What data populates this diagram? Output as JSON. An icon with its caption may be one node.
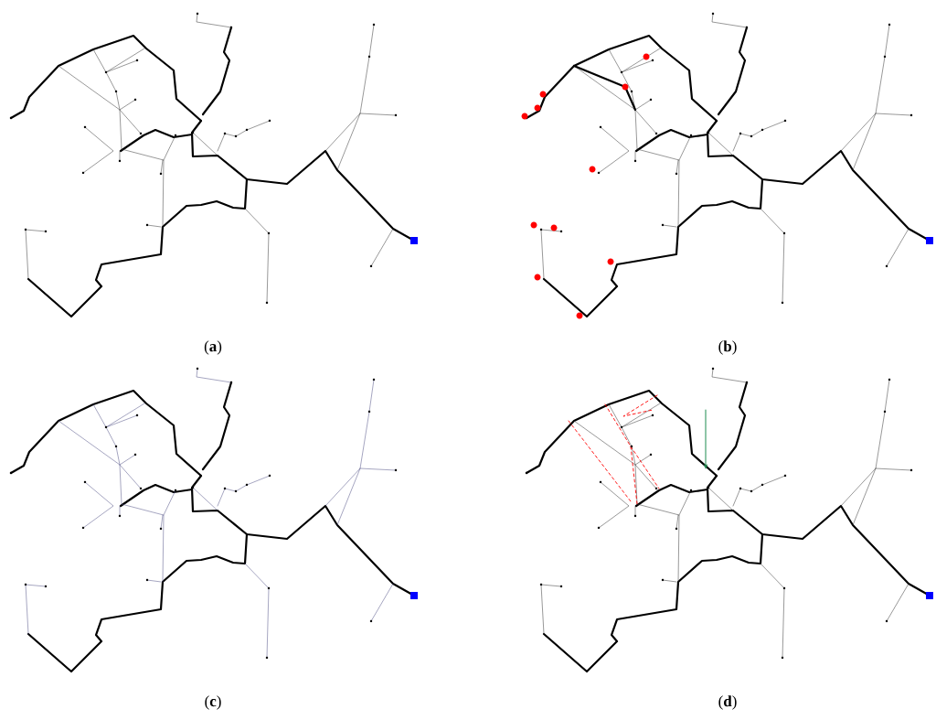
{
  "diagram": {
    "labels": [
      "(**a**)",
      "(**b**)",
      "(**c**)",
      "(**d**)"
    ]
  }
}
